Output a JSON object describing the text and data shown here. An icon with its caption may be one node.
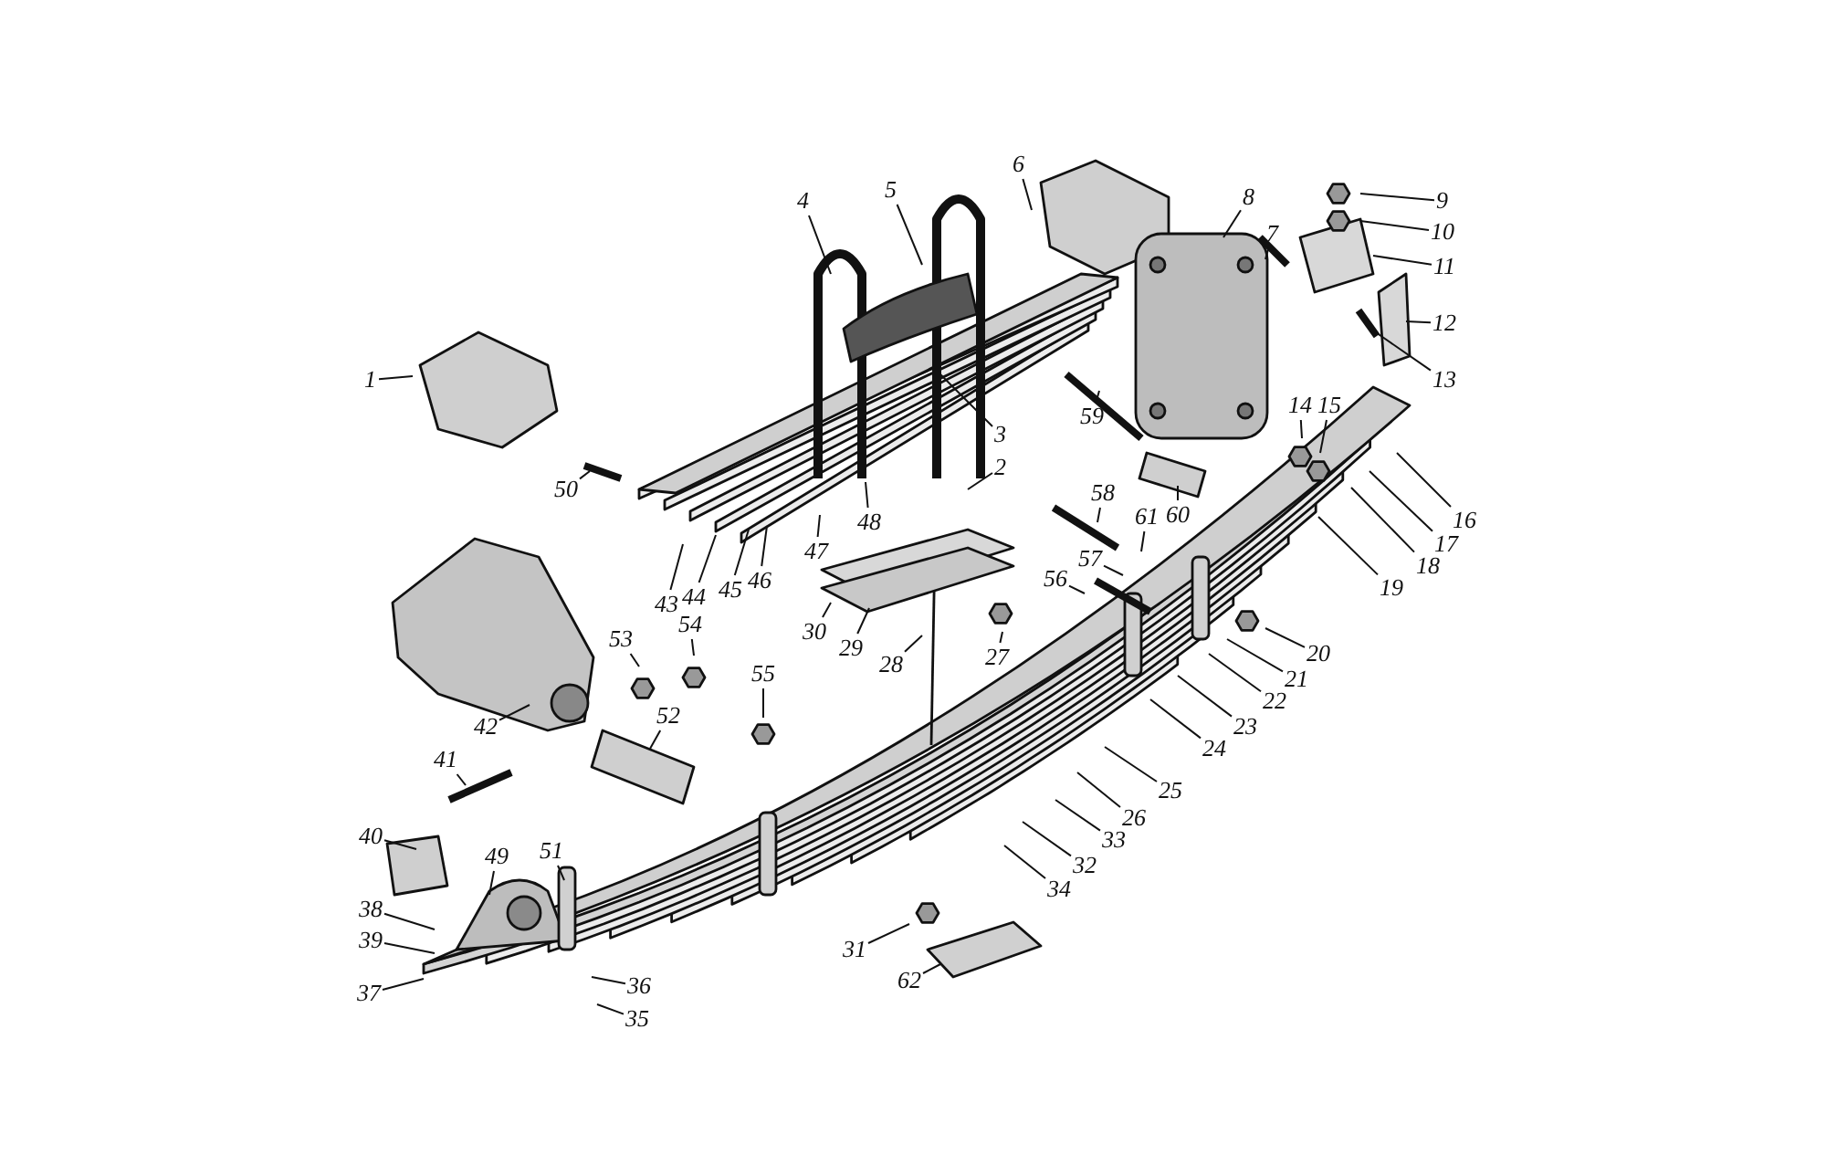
{
  "diagram": {
    "nodes": [
      {
        "text": [
          "1"
        ]
      },
      {
        "text": [
          "2"
        ]
      },
      {
        "text": [
          "3"
        ]
      },
      {
        "text": [
          "4"
        ]
      },
      {
        "text": [
          "5"
        ]
      },
      {
        "text": [
          "6"
        ]
      },
      {
        "text": [
          "7"
        ]
      },
      {
        "text": [
          "8"
        ]
      },
      {
        "text": [
          "9"
        ]
      },
      {
        "text": [
          "10"
        ]
      },
      {
        "text": [
          "11"
        ]
      },
      {
        "text": [
          "12"
        ]
      },
      {
        "text": [
          "13"
        ]
      },
      {
        "text": [
          "14"
        ]
      },
      {
        "text": [
          "15"
        ]
      },
      {
        "text": [
          "16"
        ]
      },
      {
        "text": [
          "17"
        ]
      },
      {
        "text": [
          "18"
        ]
      },
      {
        "text": [
          "19"
        ]
      },
      {
        "text": [
          "20"
        ]
      },
      {
        "text": [
          "21"
        ]
      },
      {
        "text": [
          "22"
        ]
      },
      {
        "text": [
          "23"
        ]
      },
      {
        "text": [
          "24"
        ]
      },
      {
        "text": [
          "25"
        ]
      },
      {
        "text": [
          "26"
        ]
      },
      {
        "text": [
          "27"
        ]
      },
      {
        "text": [
          "28"
        ]
      },
      {
        "text": [
          "29"
        ]
      },
      {
        "text": [
          "30"
        ]
      },
      {
        "text": [
          "31"
        ]
      },
      {
        "text": [
          "32"
        ]
      },
      {
        "text": [
          "33"
        ]
      },
      {
        "text": [
          "34"
        ]
      },
      {
        "text": [
          "35"
        ]
      },
      {
        "text": [
          "36"
        ]
      },
      {
        "text": [
          "37"
        ]
      },
      {
        "text": [
          "38"
        ]
      },
      {
        "text": [
          "39"
        ]
      },
      {
        "text": [
          "40"
        ]
      },
      {
        "text": [
          "41"
        ]
      },
      {
        "text": [
          "42"
        ]
      },
      {
        "text": [
          "43"
        ]
      },
      {
        "text": [
          "44"
        ]
      },
      {
        "text": [
          "45"
        ]
      },
      {
        "text": [
          "46"
        ]
      },
      {
        "text": [
          "47"
        ]
      },
      {
        "text": [
          "48"
        ]
      },
      {
        "text": [
          "49"
        ]
      },
      {
        "text": [
          "50"
        ]
      },
      {
        "text": [
          "51"
        ]
      },
      {
        "text": [
          "52"
        ]
      },
      {
        "text": [
          "53"
        ]
      },
      {
        "text": [
          "54"
        ]
      },
      {
        "text": [
          "55"
        ]
      },
      {
        "text": [
          "56"
        ]
      },
      {
        "text": [
          "57"
        ]
      },
      {
        "text": [
          "58"
        ]
      },
      {
        "text": [
          "59"
        ]
      },
      {
        "text": [
          "60"
        ]
      },
      {
        "text": [
          "61"
        ]
      },
      {
        "text": [
          "62"
        ]
      }
    ],
    "edges": [
      {
        "from": 0,
        "to": null,
        "arrow": "none"
      },
      {
        "from": 1,
        "to": null,
        "arrow": "none"
      },
      {
        "from": 2,
        "to": null,
        "arrow": "none"
      },
      {
        "from": 3,
        "to": null,
        "arrow": "none"
      },
      {
        "from": 4,
        "to": null,
        "arrow": "none"
      },
      {
        "from": 5,
        "to": null,
        "arrow": "none"
      },
      {
        "from": 6,
        "to": null,
        "arrow": "none"
      },
      {
        "from": 7,
        "to": null,
        "arrow": "none"
      },
      {
        "from": 8,
        "to": null,
        "arrow": "none"
      },
      {
        "from": 9,
        "to": null,
        "arrow": "none"
      },
      {
        "from": 10,
        "to": null,
        "arrow": "none"
      },
      {
        "from": 11,
        "to": null,
        "arrow": "none"
      },
      {
        "from": 12,
        "to": null,
        "arrow": "none"
      },
      {
        "from": 13,
        "to": null,
        "arrow": "none"
      },
      {
        "from": 14,
        "to": null,
        "arrow": "none"
      },
      {
        "from": 15,
        "to": null,
        "arrow": "none"
      },
      {
        "from": 16,
        "to": null,
        "arrow": "none"
      },
      {
        "from": 17,
        "to": null,
        "arrow": "none"
      },
      {
        "from": 18,
        "to": null,
        "arrow": "none"
      },
      {
        "from": 19,
        "to": null,
        "arrow": "none"
      },
      {
        "from": 20,
        "to": null,
        "arrow": "none"
      },
      {
        "from": 21,
        "to": null,
        "arrow": "none"
      },
      {
        "from": 22,
        "to": null,
        "arrow": "none"
      },
      {
        "from": 23,
        "to": null,
        "arrow": "none"
      },
      {
        "from": 24,
        "to": null,
        "arrow": "none"
      },
      {
        "from": 25,
        "to": null,
        "arrow": "none"
      },
      {
        "from": 26,
        "to": null,
        "arrow": "none"
      },
      {
        "from": 27,
        "to": null,
        "arrow": "none"
      },
      {
        "from": 28,
        "to": null,
        "arrow": "none"
      },
      {
        "from": 29,
        "to": null,
        "arrow": "none"
      },
      {
        "from": 30,
        "to": null,
        "arrow": "none"
      },
      {
        "from": 31,
        "to": null,
        "arrow": "none"
      },
      {
        "from": 32,
        "to": null,
        "arrow": "none"
      },
      {
        "from": 33,
        "to": null,
        "arrow": "none"
      },
      {
        "from": 34,
        "to": null,
        "arrow": "none"
      },
      {
        "from": 35,
        "to": null,
        "arrow": "none"
      },
      {
        "from": 36,
        "to": null,
        "arrow": "none"
      },
      {
        "from": 37,
        "to": null,
        "arrow": "none"
      },
      {
        "from": 38,
        "to": null,
        "arrow": "none"
      },
      {
        "from": 39,
        "to": null,
        "arrow": "none"
      },
      {
        "from": 40,
        "to": null,
        "arrow": "none"
      },
      {
        "from": 41,
        "to": null,
        "arrow": "none"
      },
      {
        "from": 42,
        "to": null,
        "arrow": "none"
      },
      {
        "from": 43,
        "to": null,
        "arrow": "none"
      },
      {
        "from": 44,
        "to": null,
        "arrow": "none"
      },
      {
        "from": 45,
        "to": null,
        "arrow": "none"
      },
      {
        "from": 46,
        "to": null,
        "arrow": "none"
      },
      {
        "from": 47,
        "to": null,
        "arrow": "none"
      },
      {
        "from": 48,
        "to": null,
        "arrow": "none"
      },
      {
        "from": 49,
        "to": null,
        "arrow": "none"
      },
      {
        "from": 50,
        "to": null,
        "arrow": "none"
      },
      {
        "from": 51,
        "to": null,
        "arrow": "none"
      },
      {
        "from": 52,
        "to": null,
        "arrow": "none"
      },
      {
        "from": 53,
        "to": null,
        "arrow": "none"
      },
      {
        "from": 54,
        "to": null,
        "arrow": "none"
      },
      {
        "from": 55,
        "to": null,
        "arrow": "none"
      },
      {
        "from": 56,
        "to": null,
        "arrow": "none"
      },
      {
        "from": 57,
        "to": null,
        "arrow": "none"
      },
      {
        "from": 58,
        "to": null,
        "arrow": "none"
      },
      {
        "from": 59,
        "to": null,
        "arrow": "none"
      },
      {
        "from": 60,
        "to": null,
        "arrow": "none"
      },
      {
        "from": 61,
        "to": null,
        "arrow": "none"
      }
    ]
  }
}
